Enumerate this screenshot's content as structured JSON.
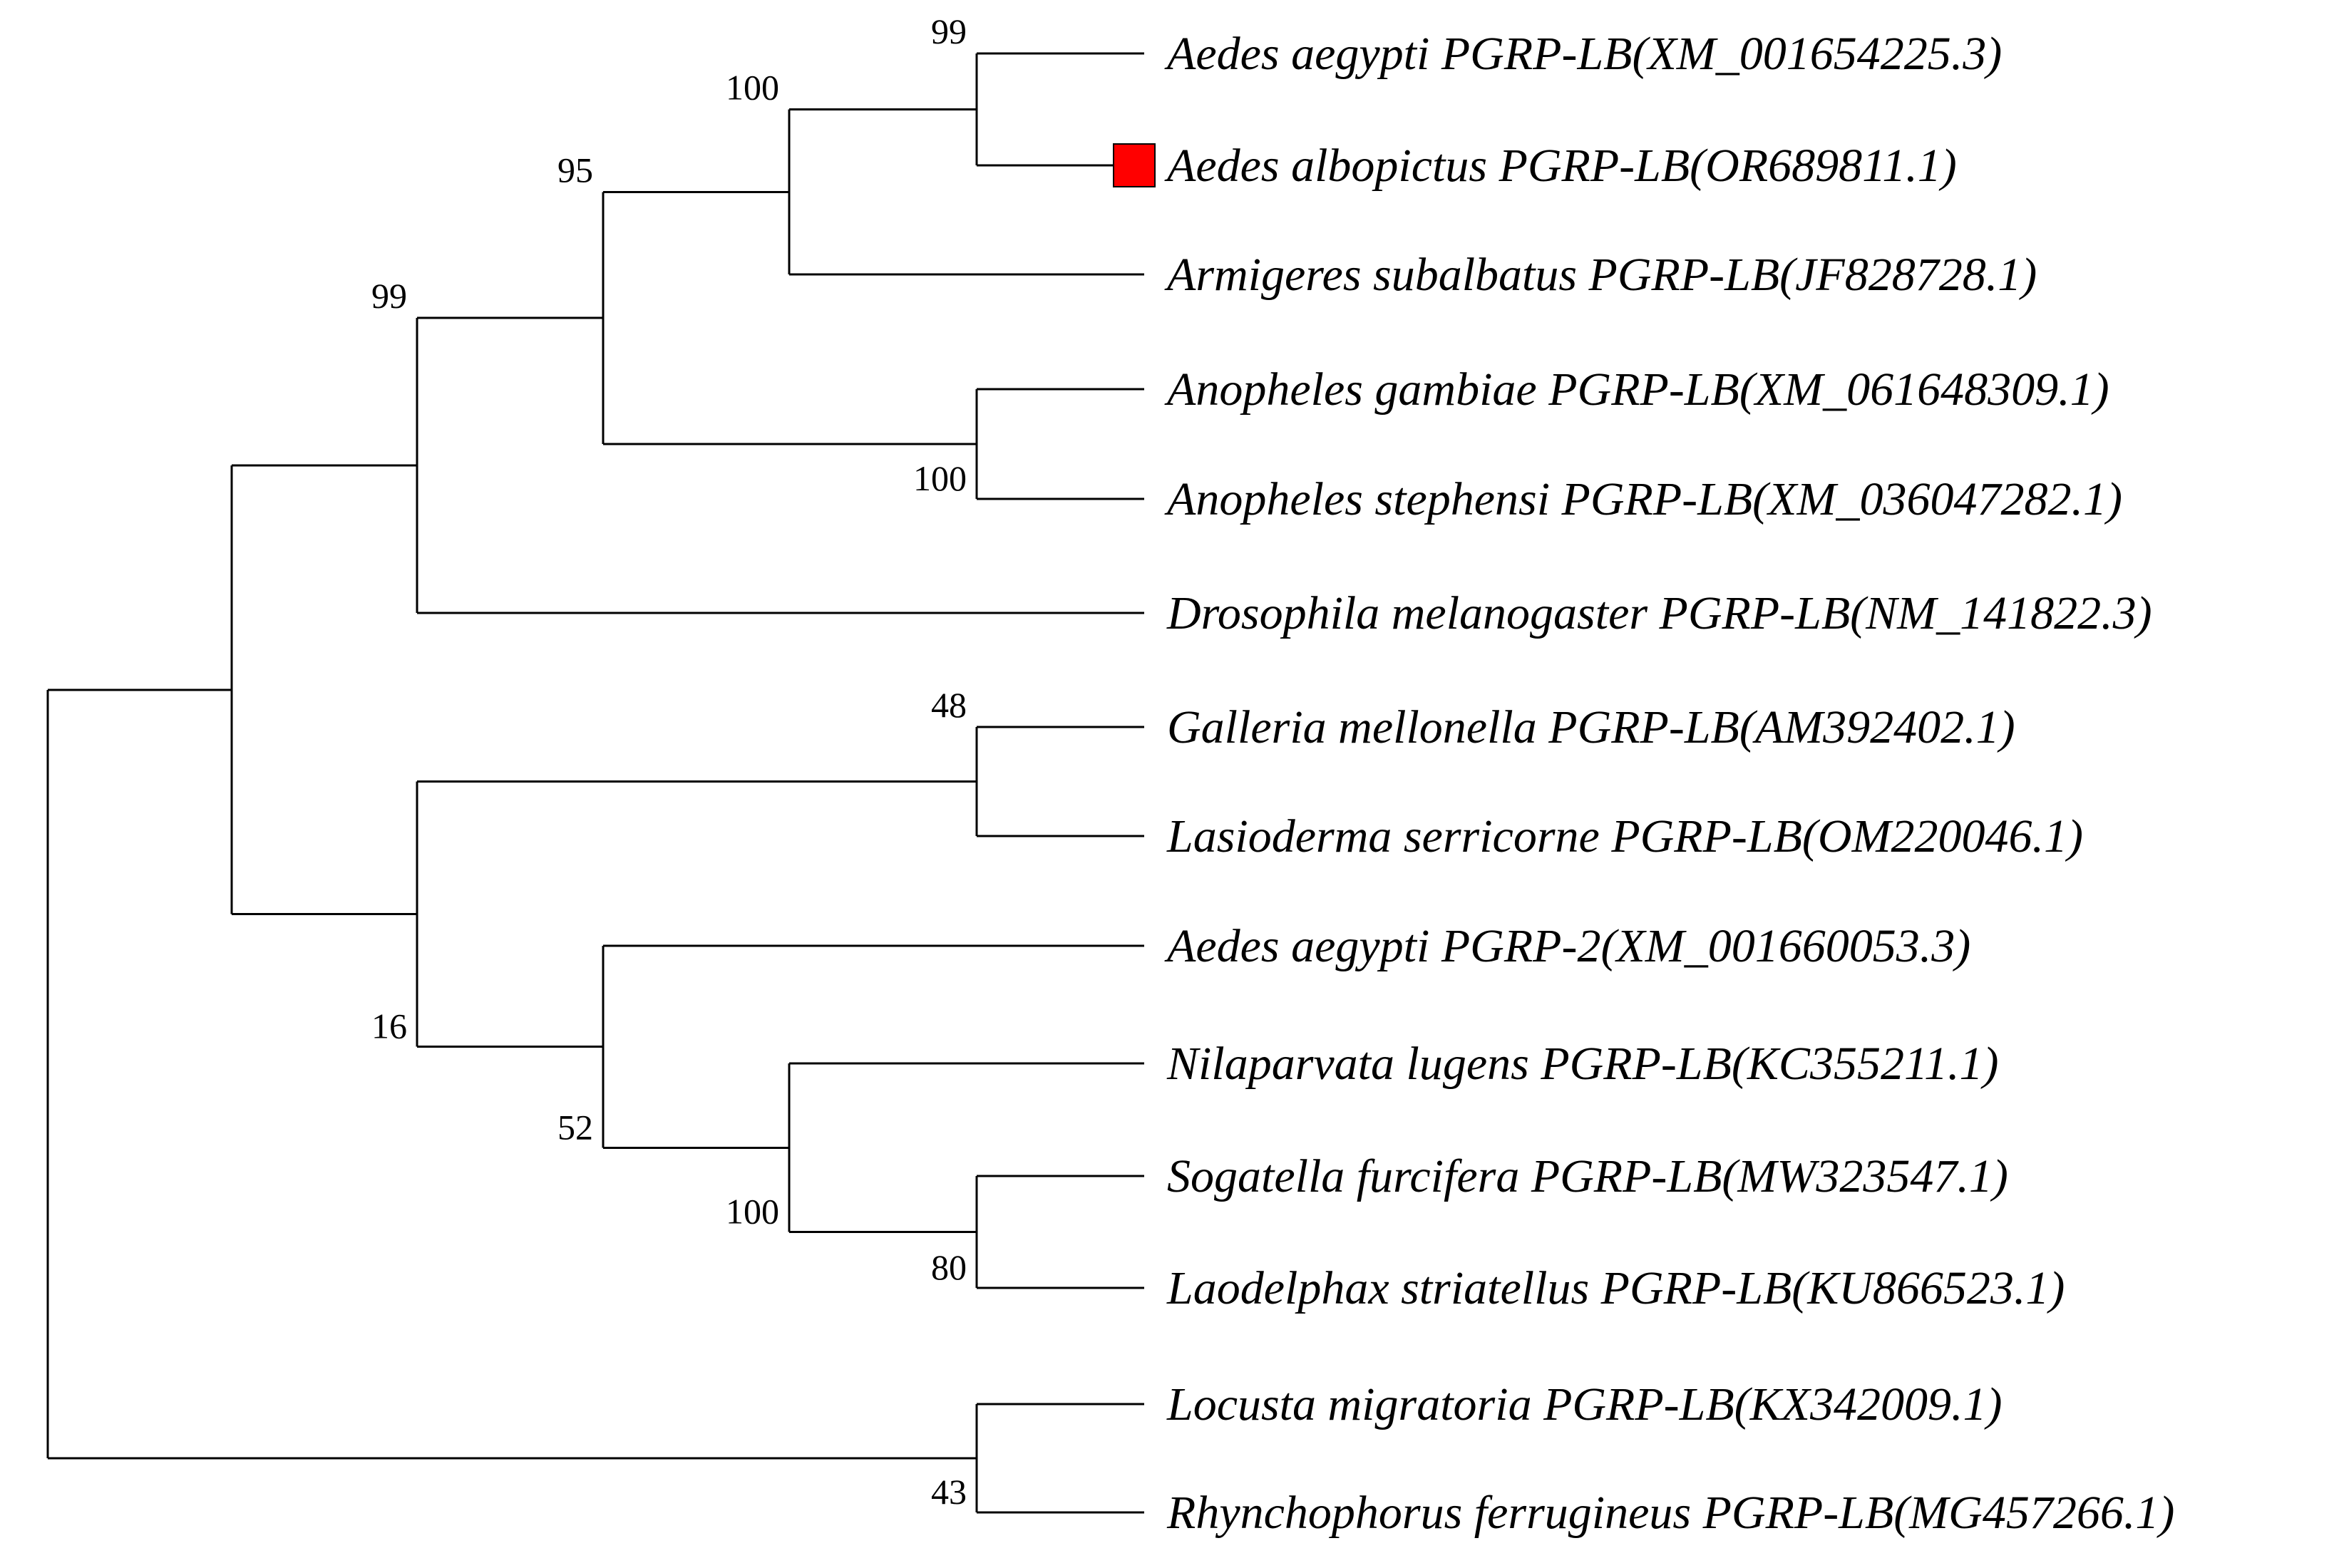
{
  "tree": {
    "highlight_color": "#ff0000",
    "line_color": "#000000",
    "taxa": [
      {
        "id": "t1",
        "label": "Aedes aegypti PGRP-LB(XM_001654225.3)"
      },
      {
        "id": "t2",
        "label": "Aedes albopictus PGRP-LB(OR689811.1)",
        "highlight": true
      },
      {
        "id": "t3",
        "label": "Armigeres subalbatus PGRP-LB(JF828728.1)"
      },
      {
        "id": "t4",
        "label": "Anopheles gambiae PGRP-LB(XM_061648309.1)"
      },
      {
        "id": "t5",
        "label": "Anopheles stephensi PGRP-LB(XM_036047282.1)"
      },
      {
        "id": "t6",
        "label": "Drosophila melanogaster PGRP-LB(NM_141822.3)"
      },
      {
        "id": "t7",
        "label": "Galleria mellonella PGRP-LB(AM392402.1)"
      },
      {
        "id": "t8",
        "label": "Lasioderma serricorne PGRP-LB(OM220046.1)"
      },
      {
        "id": "t9",
        "label": "Aedes aegypti PGRP-2(XM_001660053.3)"
      },
      {
        "id": "t10",
        "label": "Nilaparvata lugens PGRP-LB(KC355211.1)"
      },
      {
        "id": "t11",
        "label": "Sogatella furcifera PGRP-LB(MW323547.1)"
      },
      {
        "id": "t12",
        "label": "Laodelphax striatellus PGRP-LB(KU866523.1)"
      },
      {
        "id": "t13",
        "label": "Locusta migratoria PGRP-LB(KX342009.1)"
      },
      {
        "id": "t14",
        "label": "Rhynchophorus ferrugineus PGRP-LB(MG457266.1)"
      }
    ],
    "nodes": [
      {
        "id": "n_aedes",
        "children": [
          "t1",
          "t2"
        ],
        "support": "99"
      },
      {
        "id": "n_aedes_arm",
        "children": [
          "n_aedes",
          "t3"
        ],
        "support": "100"
      },
      {
        "id": "n_anoph",
        "children": [
          "t4",
          "t5"
        ],
        "support": "100"
      },
      {
        "id": "n_culicid",
        "children": [
          "n_aedes_arm",
          "n_anoph"
        ],
        "support": "95"
      },
      {
        "id": "n_dipt",
        "children": [
          "n_culicid",
          "t6"
        ],
        "support": "99"
      },
      {
        "id": "n_gal_las",
        "children": [
          "t7",
          "t8"
        ],
        "support": "48"
      },
      {
        "id": "n_sog_lao",
        "children": [
          "t11",
          "t12"
        ],
        "support": "80"
      },
      {
        "id": "n_hemip",
        "children": [
          "t10",
          "n_sog_lao"
        ],
        "support": "100"
      },
      {
        "id": "n_pgrp2",
        "children": [
          "t9",
          "n_hemip"
        ],
        "support": "52"
      },
      {
        "id": "n_mixed",
        "children": [
          "n_gal_las",
          "n_pgrp2"
        ],
        "support": "16"
      },
      {
        "id": "n_main",
        "children": [
          "n_dipt",
          "n_mixed"
        ],
        "support": ""
      },
      {
        "id": "n_outgroup",
        "children": [
          "t13",
          "t14"
        ],
        "support": "43"
      },
      {
        "id": "root",
        "children": [
          "n_main",
          "n_outgroup"
        ],
        "support": ""
      }
    ]
  }
}
